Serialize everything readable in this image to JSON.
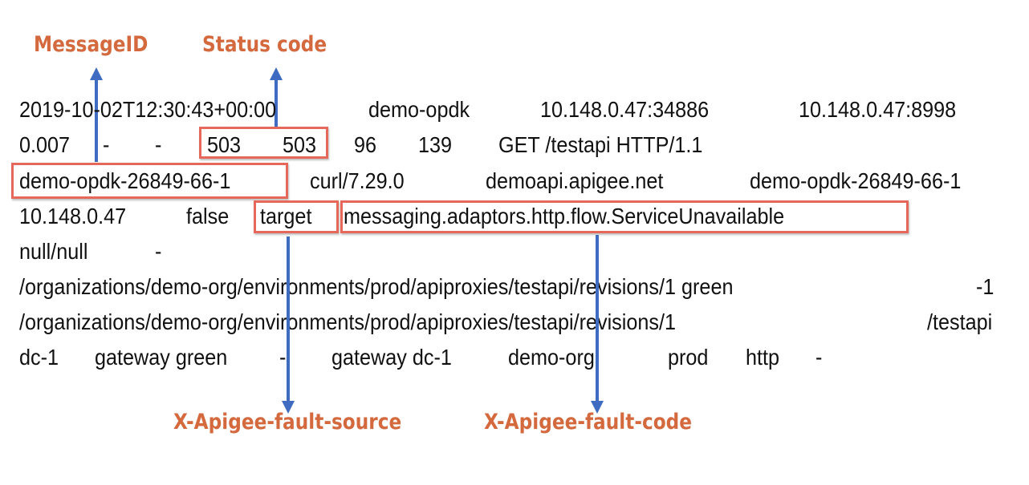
{
  "colors": {
    "label": "#d4693e",
    "highlight_box": "#e5685a",
    "arrow": "#3f6bc0",
    "text": "#111111"
  },
  "labels": {
    "message_id": "MessageID",
    "status_code": "Status code",
    "fault_source": "X-Apigee-fault-source",
    "fault_code": "X-Apigee-fault-code"
  },
  "log_lines": [
    [
      "2019-10-02T12:30:43+00:00",
      "demo-opdk",
      "10.148.0.47:34886",
      "10.148.0.47:8998"
    ],
    [
      "0.007",
      "-",
      "-",
      "503",
      "503",
      "96",
      "139",
      "GET /testapi HTTP/1.1"
    ],
    [
      "demo-opdk-26849-66-1",
      "curl/7.29.0",
      "demoapi.apigee.net",
      "demo-opdk-26849-66-1"
    ],
    [
      "10.148.0.47",
      "false",
      "target",
      "messaging.adaptors.http.flow.ServiceUnavailable"
    ],
    [
      "null/null",
      "-"
    ],
    [
      "/organizations/demo-org/environments/prod/apiproxies/testapi/revisions/1 green",
      "-1"
    ],
    [
      "/organizations/demo-org/environments/prod/apiproxies/testapi/revisions/1",
      "/testapi"
    ],
    [
      "dc-1",
      "gateway green",
      "-",
      "gateway dc-1",
      "demo-org",
      "prod",
      "http",
      "-"
    ]
  ],
  "icons": {
    "up_arrow": "arrow-up-icon",
    "down_arrow": "arrow-down-icon"
  }
}
